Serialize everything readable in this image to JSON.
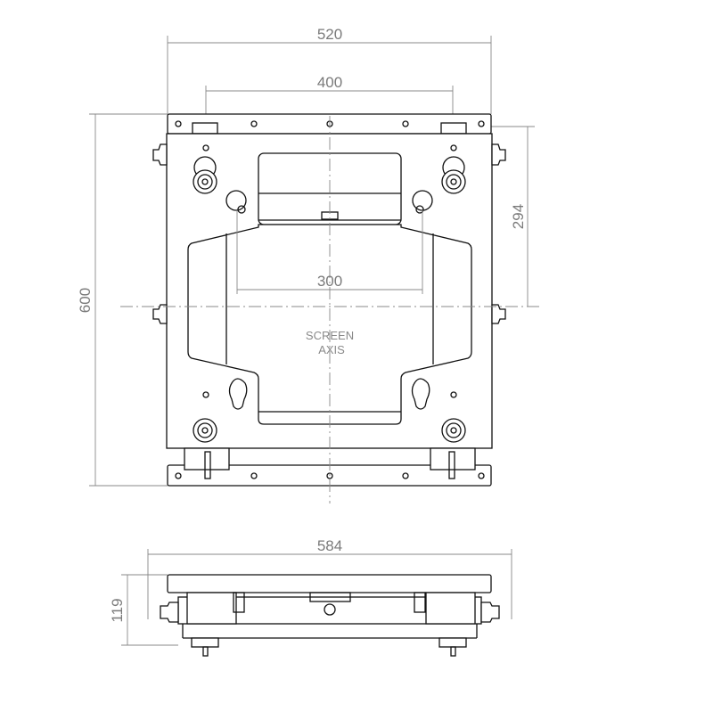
{
  "title": "Mounting bracket technical drawing",
  "dimensions": {
    "overall_width": "520",
    "hole_spacing_top": "400",
    "overall_height": "600",
    "axis_offset": "294",
    "inner_spacing": "300",
    "side_view_width": "584",
    "side_view_depth": "119"
  },
  "labels": {
    "screen_axis_line1": "SCREEN",
    "screen_axis_line2": "AXIS"
  }
}
